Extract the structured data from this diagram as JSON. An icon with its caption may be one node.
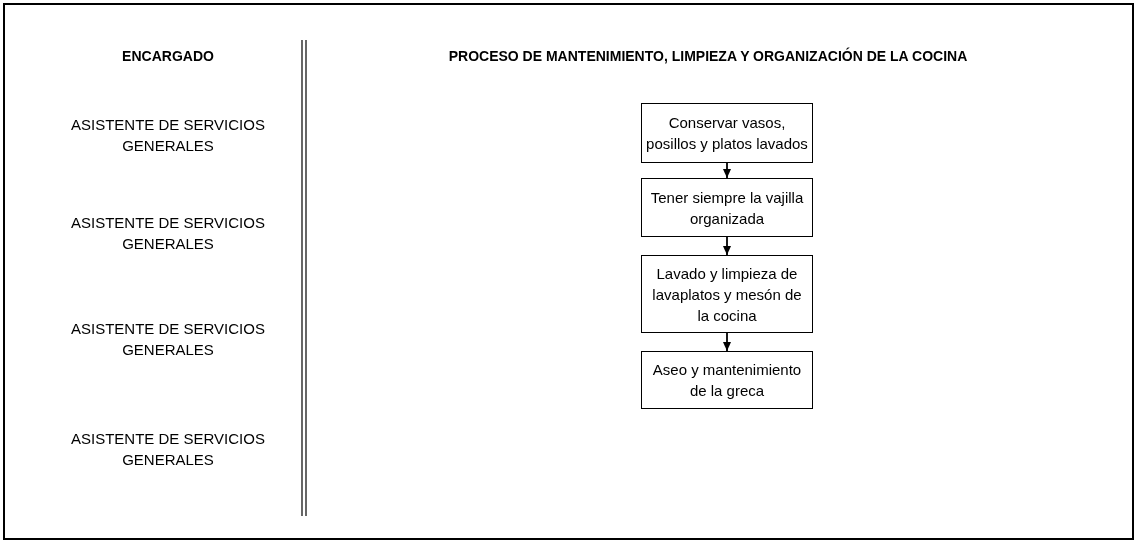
{
  "diagram": {
    "title": "PROCESO DE MANTENIMIENTO, LIMPIEZA Y ORGANIZACIÓN DE LA COCINA",
    "nodes": [
      {
        "text": [
          "Conservar vasos, posillos y platos lavados"
        ]
      },
      {
        "text": [
          "Tener siempre la vajilla organizada"
        ]
      },
      {
        "text": [
          "Lavado y limpieza de lavaplatos y mesón de la cocina"
        ]
      },
      {
        "text": [
          "Aseo y mantenimiento de la greca"
        ]
      }
    ],
    "edges": [
      {
        "from": 0,
        "to": 1,
        "arrow": "to"
      },
      {
        "from": 1,
        "to": 2,
        "arrow": "to"
      },
      {
        "from": 2,
        "to": 3,
        "arrow": "to"
      }
    ],
    "labels": [
      "ENCARGADO",
      "ASISTENTE DE SERVICIOS GENERALES",
      "ASISTENTE DE SERVICIOS GENERALES",
      "ASISTENTE DE SERVICIOS GENERALES",
      "ASISTENTE DE SERVICIOS GENERALES"
    ]
  }
}
